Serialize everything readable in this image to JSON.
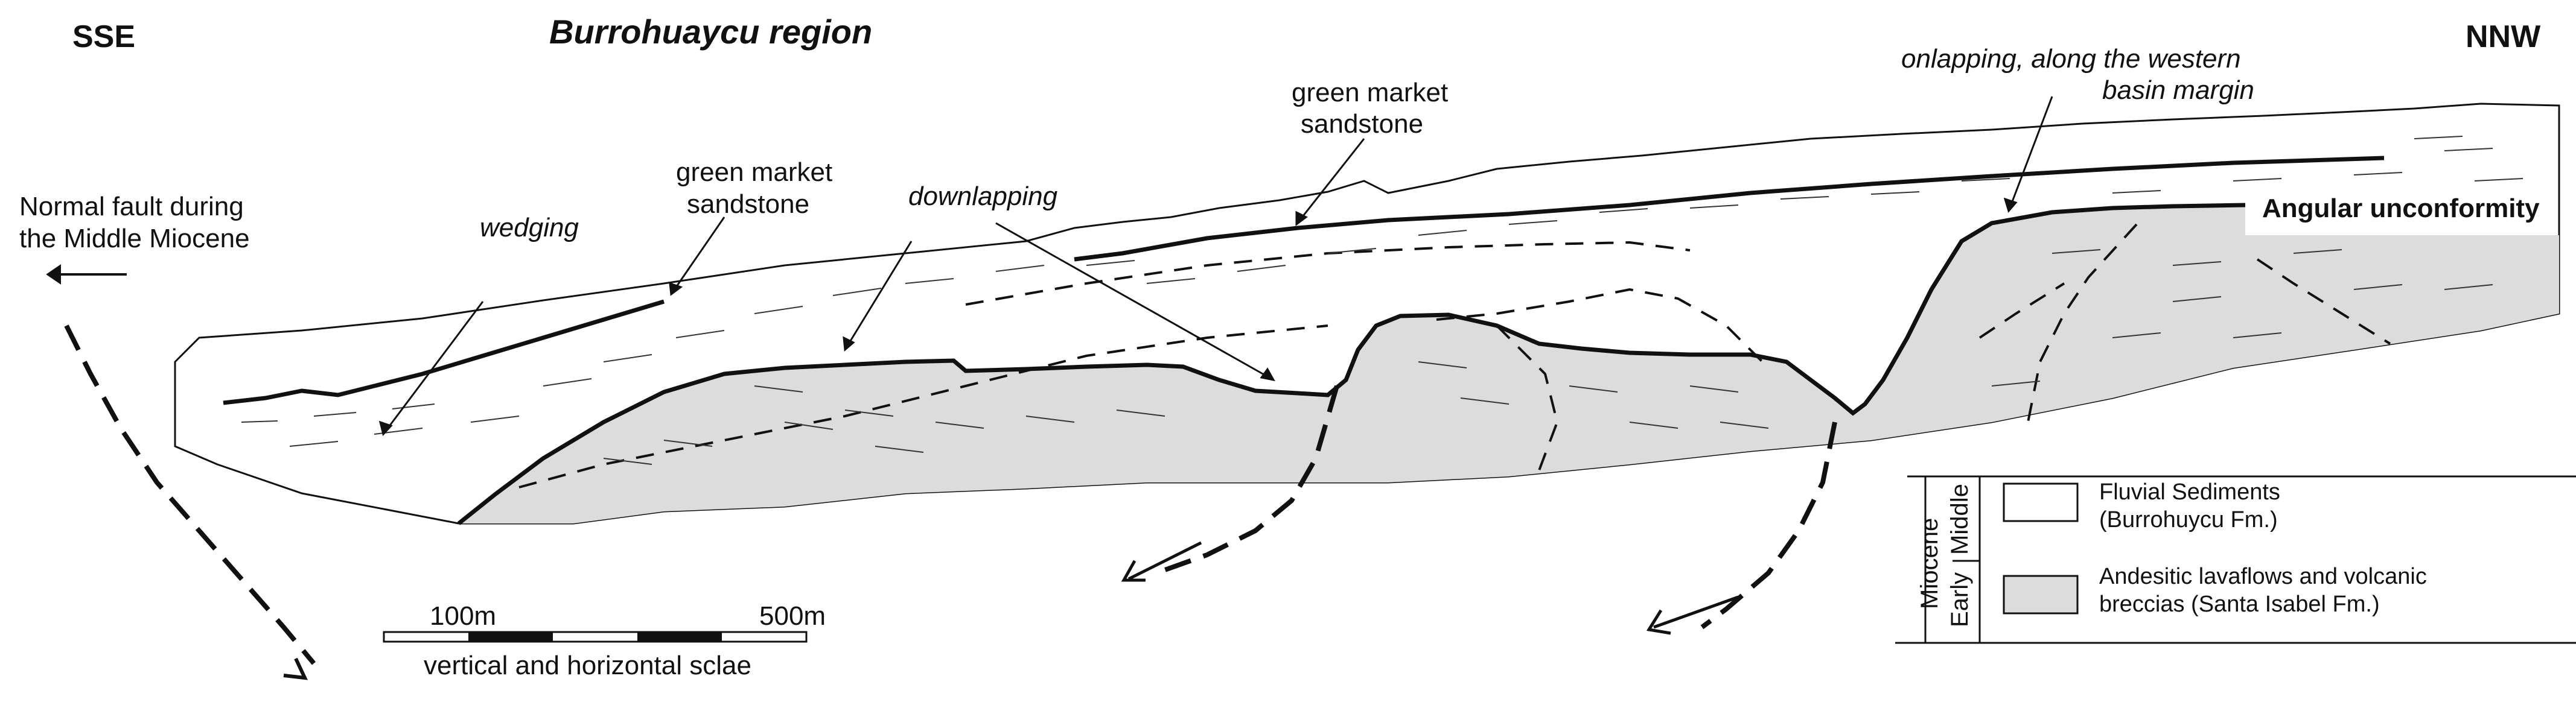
{
  "header": {
    "left_direction": "SSE",
    "title": "Burrohuaycu region",
    "right_direction": "NNW"
  },
  "annotations": {
    "normal_fault": [
      "Normal fault during",
      "the Middle Miocene"
    ],
    "wedging": "wedging",
    "green_market_1": [
      "green market",
      "sandstone"
    ],
    "downlapping": "downlapping",
    "green_market_2": [
      "green market",
      "sandstone"
    ],
    "onlapping": [
      "onlapping, along the western",
      "basin margin"
    ],
    "angular_unconformity": "Angular unconformity"
  },
  "scale_bar": {
    "left_label": "100m",
    "right_label": "500m",
    "caption": "vertical and horizontal sclae"
  },
  "legend": {
    "epoch": "Miocene",
    "sub_early": "Early",
    "sub_middle": "Middle",
    "items": [
      {
        "lines": [
          "Fluvial Sediments",
          "(Burrohuycu Fm.)"
        ],
        "fill": "#ffffff"
      },
      {
        "lines": [
          "Andesitic lavaflows and volcanic",
          "breccias (Santa Isabel Fm.)"
        ],
        "fill": "#dcdcdc"
      }
    ]
  },
  "colors": {
    "volcanic_fill": "#dcdcdc",
    "line": "#111111"
  }
}
